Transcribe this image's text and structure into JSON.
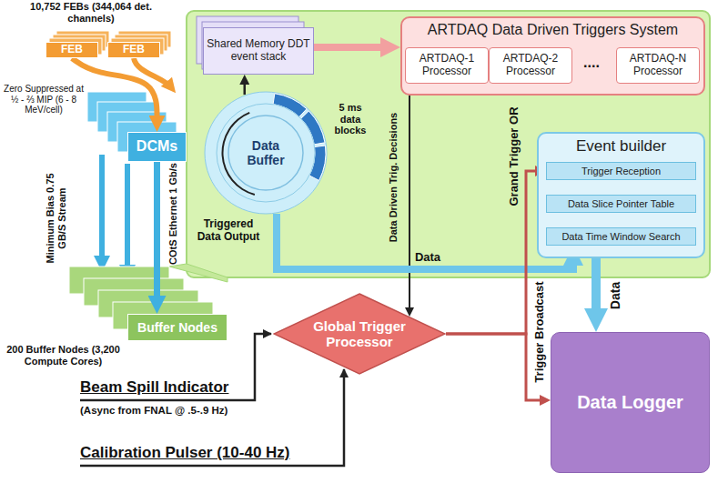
{
  "diagram": {
    "nodes": [
      {
        "text": [
          "FEB"
        ]
      },
      {
        "text": [
          "FEB"
        ]
      },
      {
        "text": [
          "DCMs"
        ]
      },
      {
        "text": [
          "Buffer Nodes"
        ]
      },
      {
        "text": [
          "Shared Memory DDT event stack"
        ]
      },
      {
        "text": [
          "Data Buffer"
        ]
      },
      {
        "text": [
          "ARTDAQ Data Driven Triggers System"
        ]
      },
      {
        "text": [
          "ARTDAQ-1 Processor"
        ],
        "in": 6
      },
      {
        "text": [
          "ARTDAQ-2 Processor"
        ],
        "in": 6
      },
      {
        "text": [
          "ARTDAQ-N Processor"
        ],
        "in": 6
      },
      {
        "text": [
          "Event builder"
        ]
      },
      {
        "text": [
          "Trigger Reception"
        ],
        "in": 10
      },
      {
        "text": [
          "Data Slice Pointer Table"
        ],
        "in": 10
      },
      {
        "text": [
          "Data Time Window Search"
        ],
        "in": 10
      },
      {
        "text": [
          "Global Trigger Processor"
        ]
      },
      {
        "text": [
          "Data Logger"
        ]
      }
    ],
    "edges": [
      {
        "from": 0,
        "to": 2,
        "arrow": "to"
      },
      {
        "from": 2,
        "to": 3,
        "arrow": "to"
      },
      {
        "from": 5,
        "to": 4,
        "arrow": "to"
      },
      {
        "from": 4,
        "to": 6,
        "arrow": "to"
      },
      {
        "from": 6,
        "to": 14,
        "label": "Data Driven Trig. Decisions",
        "arrow": "to"
      },
      {
        "from": 5,
        "to": 13,
        "label": "Data",
        "arrow": "to"
      },
      {
        "from": 14,
        "to": 11,
        "label": "Trigger Broadcast",
        "arrow": "to"
      },
      {
        "from": 14,
        "to": 15,
        "arrow": "to"
      },
      {
        "from": 10,
        "to": 15,
        "label": "Data",
        "arrow": "to"
      },
      {
        "from": 11,
        "to": 12,
        "arrow": "both"
      },
      {
        "from": 12,
        "to": 13,
        "arrow": "both"
      }
    ],
    "labels": [
      "10,752 FEBs (344,064 det. channels)",
      "Zero Suppressed at ½ - ⅔ MIP (6 - 8 MeV/cell)",
      "Minimum Bias 0.75 GB/S Stream",
      "COtS Ethernet 1 Gb/s",
      "200 Buffer Nodes (3,200 Compute Cores)",
      "5 ms data blocks",
      "Triggered Data Output",
      "Grand Trigger OR",
      "....",
      "Beam Spill Indicator",
      "(Async from FNAL @ .5-.9 Hz)",
      "Calibration Pulser (10-40 Hz)"
    ]
  }
}
